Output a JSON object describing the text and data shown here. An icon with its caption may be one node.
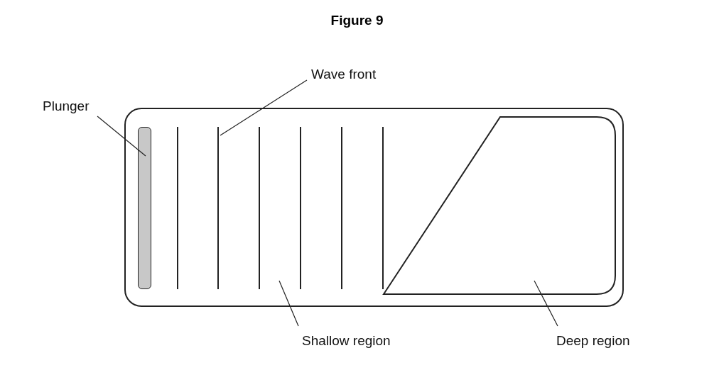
{
  "diagram": {
    "title": "Figure 9",
    "nodes": [
      {
        "text": [],
        "shape": "box"
      },
      {
        "text": [
          "Plunger"
        ]
      },
      {
        "text": [],
        "shape": "bar",
        "in": 0
      },
      {
        "text": [
          "Wave front"
        ]
      },
      {
        "text": [],
        "shape": "line",
        "in": 0
      },
      {
        "text": [
          "Shallow region"
        ]
      },
      {
        "text": [
          "Deep region"
        ]
      },
      {
        "text": [],
        "shape": "trapezoid",
        "in": 0
      }
    ],
    "edges": [
      {
        "from": 1,
        "to": 2,
        "arrow": "none"
      },
      {
        "from": 3,
        "to": 4,
        "arrow": "none"
      },
      {
        "from": 5,
        "to": null,
        "arrow": "none"
      },
      {
        "from": 6,
        "to": 7,
        "arrow": "none"
      }
    ]
  }
}
